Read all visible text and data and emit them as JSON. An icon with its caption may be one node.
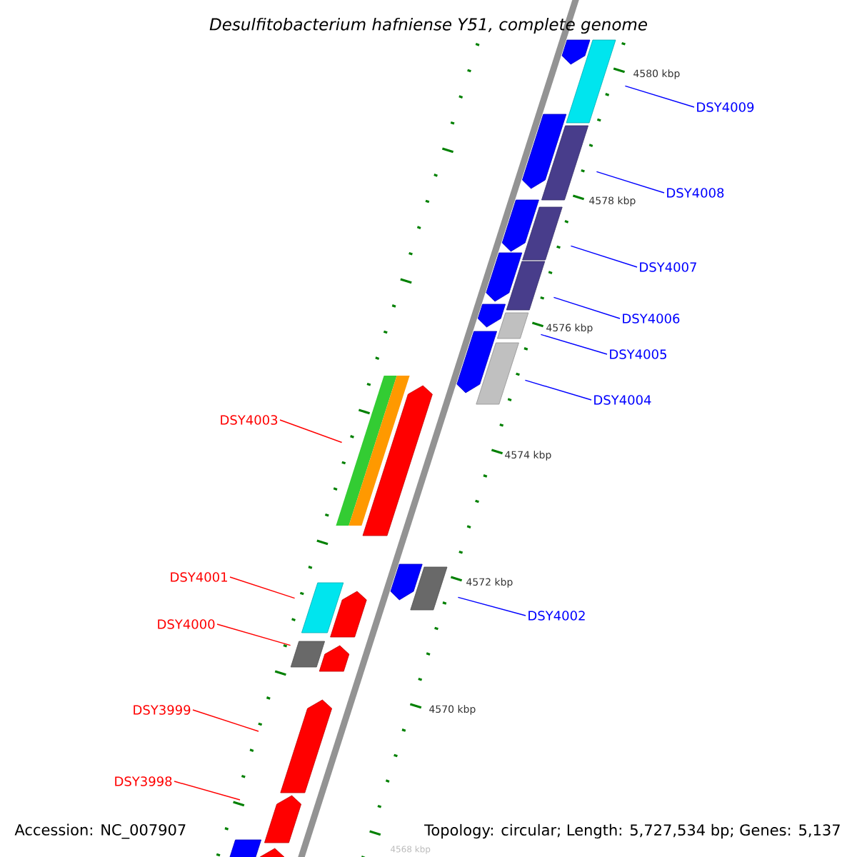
{
  "diagram": {
    "title": "*Desulfitobacterium hafniense* *Y51, complete genome*",
    "nodes": [
      {
        "text": [
          "DSY4009"
        ]
      },
      {
        "text": [],
        "shape": "bar"
      },
      {
        "text": [
          "DSY4008"
        ]
      },
      {
        "text": [],
        "shape": "bar"
      },
      {
        "text": [
          "DSY4007"
        ]
      },
      {
        "text": [],
        "shape": "bar"
      },
      {
        "text": [
          "DSY4006"
        ]
      },
      {
        "text": [],
        "shape": "bar"
      },
      {
        "text": [
          "DSY4005"
        ]
      },
      {
        "text": [],
        "shape": "bar"
      },
      {
        "text": [
          "DSY4004"
        ]
      },
      {
        "text": [],
        "shape": "bar"
      },
      {
        "text": [
          "DSY4003"
        ]
      },
      {
        "text": [],
        "shape": "bar"
      },
      {
        "text": [
          "DSY4002"
        ]
      },
      {
        "text": [],
        "shape": "bar"
      },
      {
        "text": [
          "DSY4001"
        ]
      },
      {
        "text": [],
        "shape": "bar"
      },
      {
        "text": [
          "DSY4000"
        ]
      },
      {
        "text": [],
        "shape": "bar"
      },
      {
        "text": [
          "DSY3999"
        ]
      },
      {
        "text": [
          "DSY3998"
        ]
      },
      {
        "text": [],
        "shape": "bar"
      }
    ],
    "edges": [
      {
        "from": 0,
        "to": 1,
        "arrow": "none"
      },
      {
        "from": 2,
        "to": 3,
        "arrow": "none"
      },
      {
        "from": 4,
        "to": 5,
        "arrow": "none"
      },
      {
        "from": 6,
        "to": 7,
        "arrow": "none"
      },
      {
        "from": 8,
        "to": 9,
        "arrow": "none"
      },
      {
        "from": 10,
        "to": 11,
        "arrow": "none"
      },
      {
        "from": 12,
        "to": 13,
        "arrow": "none",
        "color": "#ff0000"
      },
      {
        "from": 14,
        "to": 15,
        "arrow": "none"
      },
      {
        "from": 16,
        "to": 17,
        "arrow": "none",
        "color": "#ff0000"
      },
      {
        "from": 18,
        "to": 19,
        "arrow": "none",
        "color": "#ff0000"
      },
      {
        "from": 20,
        "to": null,
        "arrow": "none",
        "color": "#ff0000"
      },
      {
        "from": 21,
        "to": null,
        "arrow": "none",
        "color": "#ff0000"
      }
    ],
    "labels": [
      "4580 kbp",
      "4578 kbp",
      "4576 kbp",
      "4574 kbp",
      "4572 kbp",
      "4570 kbp",
      "Accession: NC_007907",
      "Topology: circular; Length: 5,727,534 bp; Genes: 5,137",
      "4568 kbp"
    ]
  }
}
